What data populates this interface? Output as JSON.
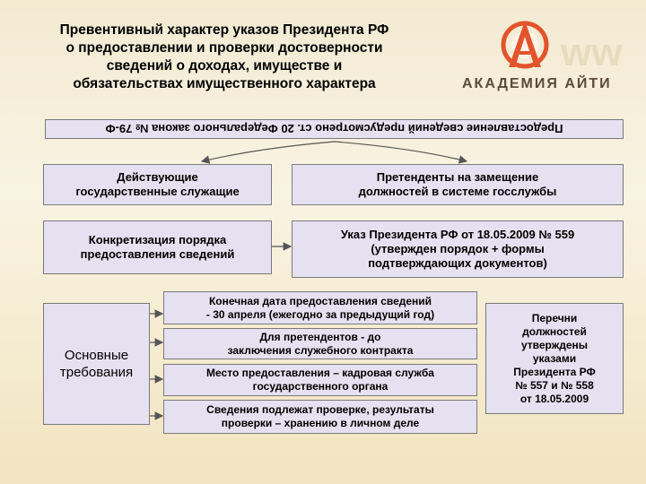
{
  "title": {
    "line1": "Превентивный характер указов Президента РФ",
    "line2": "о предоставлении и проверки достоверности",
    "line3": "сведений о доходах, имуществе и",
    "line4": "обязательствах имущественного характера"
  },
  "logo": {
    "text": "АКАДЕМИЯ АЙТИ",
    "watermark": "ww"
  },
  "header_box": "Предоставление сведений предусмотрено ст. 20 Федерального закона № 79-Ф",
  "box_current": {
    "line1": "Действующие",
    "line2": "государственные служащие"
  },
  "box_candidates": {
    "line1": "Претенденты на замещение",
    "line2": "должностей в системе госслужбы"
  },
  "box_specify": {
    "line1": "Конкретизация порядка",
    "line2": "предоставления сведений"
  },
  "box_decree": {
    "line1": "Указ Президента РФ от 18.05.2009 № 559",
    "line2": "(утвержден порядок + формы",
    "line3": "подтверждающих документов)"
  },
  "requirements": {
    "line1": "Основные",
    "line2": "требования"
  },
  "req_items": [
    {
      "line1": "Конечная дата предоставления сведений",
      "line2": "- 30 апреля (ежегодно за предыдущий год)"
    },
    {
      "line1": "Для претендентов - до",
      "line2": "заключения служебного контракта"
    },
    {
      "line1": "Место предоставления – кадровая служба",
      "line2": "государственного органа"
    },
    {
      "line1": "Сведения подлежат проверке, результаты",
      "line2": "проверки – хранению в личном деле"
    }
  ],
  "lists_box": {
    "line1": "Перечни",
    "line2": "должностей",
    "line3": "утверждены",
    "line4": "указами",
    "line5": "Президента РФ",
    "line6": "№ 557 и № 558",
    "line7": "от 18.05.2009"
  },
  "colors": {
    "box_fill": "#e6e1f1",
    "logo_orange": "#e2542b",
    "background": "#f7f0dc"
  }
}
